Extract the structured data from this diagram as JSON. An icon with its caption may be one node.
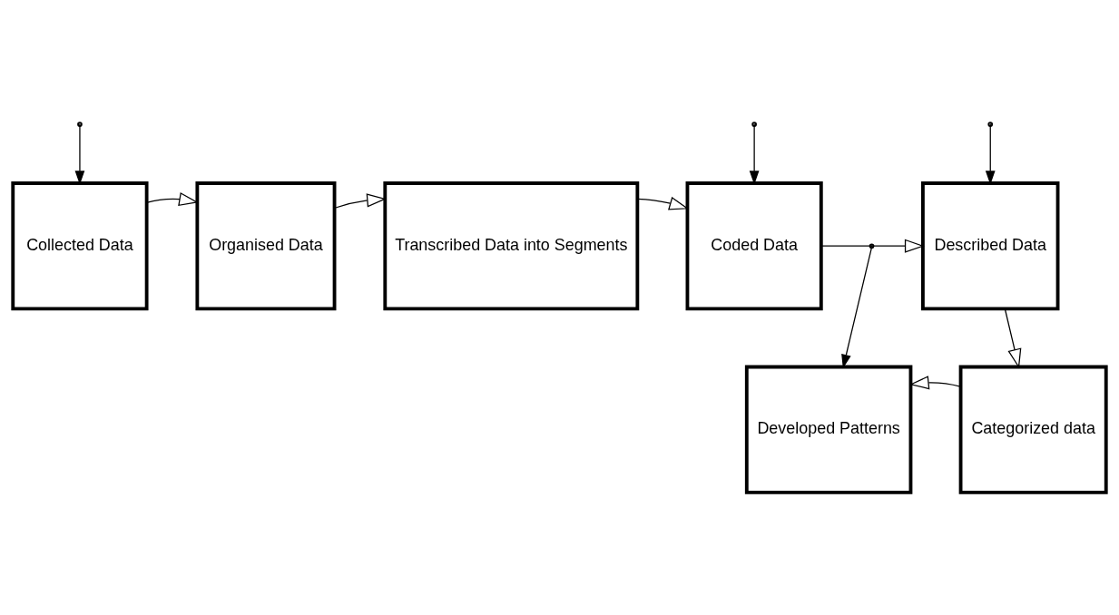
{
  "diagram": {
    "nodes": [
      {
        "text": [
          "Collected Data"
        ]
      },
      {
        "text": [
          "Organised Data"
        ]
      },
      {
        "text": [
          "Transcribed Data into Segments"
        ]
      },
      {
        "text": [
          "Coded Data"
        ]
      },
      {
        "text": [
          "Described Data"
        ]
      },
      {
        "text": [
          "Categorized data"
        ]
      },
      {
        "text": [
          "Developed Patterns"
        ]
      }
    ],
    "edges": [
      {
        "from": null,
        "to": 0,
        "arrow": "to"
      },
      {
        "from": null,
        "to": 3,
        "arrow": "to"
      },
      {
        "from": null,
        "to": 4,
        "arrow": "to"
      },
      {
        "from": 0,
        "to": 1,
        "arrow": "to"
      },
      {
        "from": 1,
        "to": 2,
        "arrow": "to"
      },
      {
        "from": 2,
        "to": 3,
        "arrow": "to"
      },
      {
        "from": 3,
        "to": 4,
        "arrow": "to"
      },
      {
        "from": 4,
        "to": 5,
        "arrow": "to"
      },
      {
        "from": 5,
        "to": 6,
        "arrow": "to"
      },
      {
        "from": null,
        "to": 6,
        "arrow": "to"
      }
    ]
  }
}
